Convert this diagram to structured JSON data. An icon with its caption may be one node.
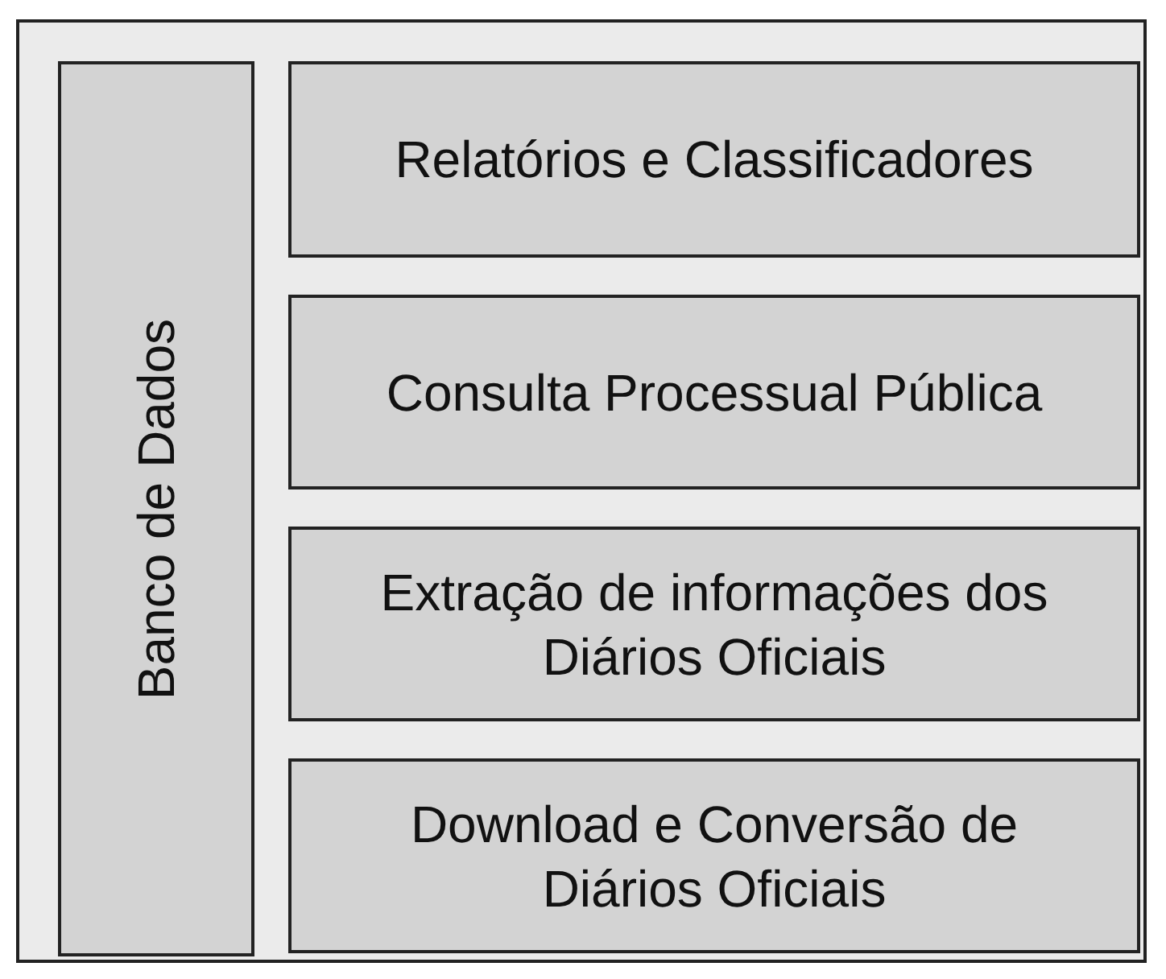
{
  "diagram": {
    "nodes": [
      {
        "text": [],
        "shape": "box"
      },
      {
        "text": [
          "Banco de Dados"
        ],
        "in": 0
      },
      {
        "text": [
          "Relatórios e Classificadores"
        ],
        "in": 0
      },
      {
        "text": [
          "Consulta Processual Pública"
        ],
        "in": 0
      },
      {
        "text": [
          "Extração de informações dos Diários Oficiais"
        ],
        "in": 0
      },
      {
        "text": [
          "Download e Conversão de Diários Oficiais"
        ],
        "in": 0
      }
    ]
  }
}
